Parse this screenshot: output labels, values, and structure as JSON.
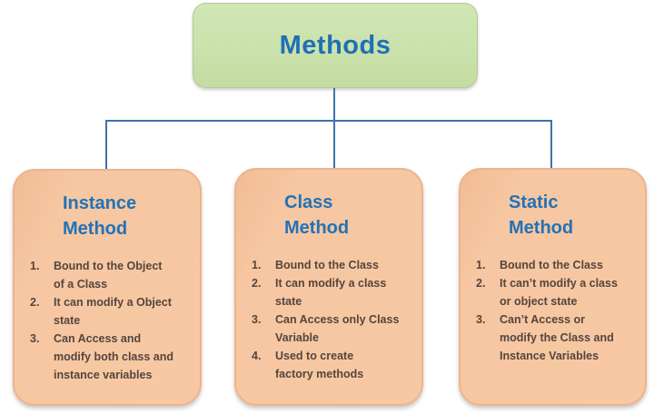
{
  "diagram": {
    "root": {
      "title": "Methods"
    },
    "colors": {
      "root_fill": "#cae2ab",
      "root_border": "#b2cc97",
      "node_fill": "#f6c7a2",
      "node_border": "#edb48d",
      "title_text": "#2272b8",
      "list_text": "#54453d",
      "connector": "#3f72a8"
    },
    "nodes": [
      {
        "title": "Instance Method",
        "items": [
          {
            "num": "1.",
            "lines": [
              "Bound to the Object",
              "of a Class"
            ]
          },
          {
            "num": "2.",
            "lines": [
              "It can modify a Object",
              "state"
            ]
          },
          {
            "num": "3.",
            "lines": [
              "Can Access and",
              "modify both class and",
              "instance variables"
            ]
          }
        ]
      },
      {
        "title": "Class Method",
        "items": [
          {
            "num": "1.",
            "lines": [
              "Bound to the Class"
            ]
          },
          {
            "num": "2.",
            "lines": [
              "It can modify a class",
              "state"
            ]
          },
          {
            "num": "3.",
            "lines": [
              "Can Access only Class",
              "Variable"
            ]
          },
          {
            "num": "4.",
            "lines": [
              "Used to create",
              "factory methods"
            ]
          }
        ]
      },
      {
        "title": "Static Method",
        "items": [
          {
            "num": "1.",
            "lines": [
              "Bound to the Class"
            ]
          },
          {
            "num": "2.",
            "lines": [
              "It can’t modify a class",
              "or object state"
            ]
          },
          {
            "num": "3.",
            "lines": [
              "Can’t Access or",
              "modify the Class and",
              "Instance Variables"
            ]
          }
        ]
      }
    ]
  }
}
